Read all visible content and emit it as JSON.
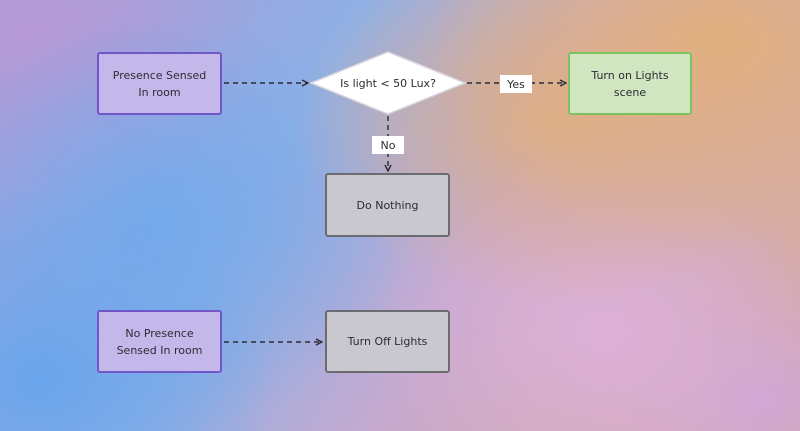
{
  "nodes": {
    "presence": "Presence Sensed\nIn room",
    "decision": "Is light < 50 Lux?",
    "turn_on": "Turn on Lights\nscene",
    "do_nothing": "Do Nothing",
    "no_presence": "No Presence\nSensed In room",
    "turn_off": "Turn Off Lights"
  },
  "edge_labels": {
    "yes": "Yes",
    "no": "No"
  },
  "colors": {
    "purple_fill": "#c4b8ea",
    "purple_border": "#6f57c8",
    "green_fill": "#cfe6c1",
    "green_border": "#7cc25e",
    "gray_fill": "#c8c8ce",
    "gray_border": "#6b6b72"
  }
}
